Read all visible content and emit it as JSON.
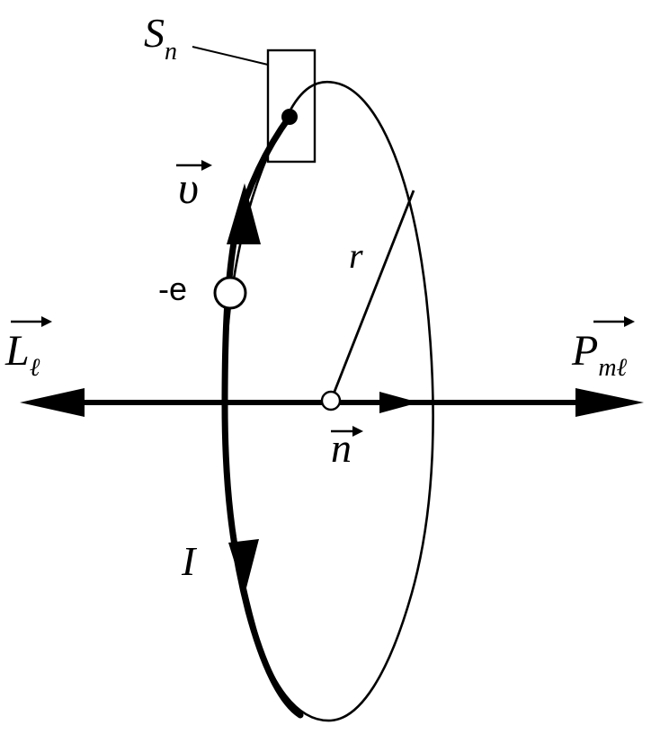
{
  "diagram": {
    "labels": {
      "surface": "S",
      "surface_sub": "n",
      "velocity": "υ",
      "charge": "-e",
      "radius": "r",
      "angular_momentum": "L",
      "angular_momentum_sub": "ℓ",
      "magnetic_moment": "P",
      "magnetic_moment_sub": "mℓ",
      "normal": "n",
      "current": "I"
    }
  }
}
